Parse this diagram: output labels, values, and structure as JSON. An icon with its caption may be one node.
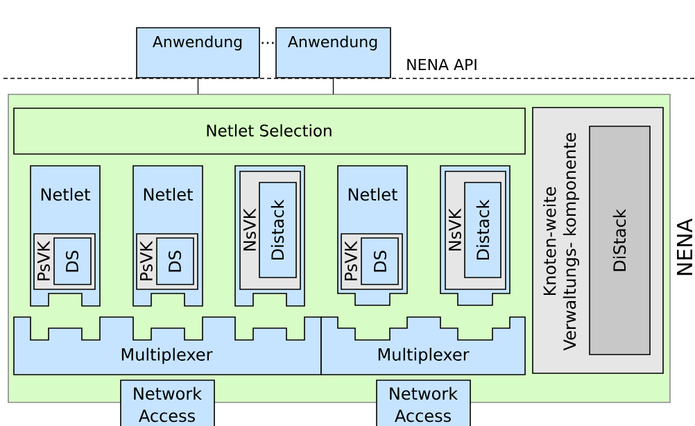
{
  "diagram": {
    "nodes": [
      {
        "text": [
          "Anwendung"
        ]
      },
      {
        "text": [
          "Anwendung"
        ]
      },
      {
        "text": [
          "NENA"
        ]
      },
      {
        "text": [
          "Netlet Selection"
        ],
        "in": 2
      },
      {
        "text": [
          "Netlet"
        ],
        "in": 2
      },
      {
        "text": [
          "PsVK"
        ],
        "in": 4
      },
      {
        "text": [
          "DS"
        ],
        "in": 5
      },
      {
        "text": [
          "Netlet"
        ],
        "in": 2
      },
      {
        "text": [
          "PsVK"
        ],
        "in": 7
      },
      {
        "text": [
          "DS"
        ],
        "in": 8
      },
      {
        "text": [],
        "shape": "box",
        "in": 2
      },
      {
        "text": [
          "NsVK"
        ],
        "in": 10
      },
      {
        "text": [
          "Distack"
        ],
        "in": 11
      },
      {
        "text": [
          "Netlet"
        ],
        "in": 2
      },
      {
        "text": [
          "PsVK"
        ],
        "in": 13
      },
      {
        "text": [
          "DS"
        ],
        "in": 14
      },
      {
        "text": [],
        "shape": "box",
        "in": 2
      },
      {
        "text": [
          "NsVK"
        ],
        "in": 16
      },
      {
        "text": [
          "Distack"
        ],
        "in": 17
      },
      {
        "text": [
          "Multiplexer"
        ],
        "in": 2
      },
      {
        "text": [
          "Multiplexer"
        ],
        "in": 2
      },
      {
        "text": [
          "Knoten-weite Verwaltungs- komponente"
        ],
        "in": 2
      },
      {
        "text": [
          "DiStack"
        ],
        "in": 21
      },
      {
        "text": [
          "Network Access"
        ]
      },
      {
        "text": [
          "Network Access"
        ]
      }
    ],
    "edges": [
      {
        "from": 0,
        "to": 2,
        "arrow": "none"
      },
      {
        "from": 1,
        "to": 2,
        "arrow": "none"
      }
    ],
    "labels": [
      "…",
      "NENA API"
    ]
  }
}
